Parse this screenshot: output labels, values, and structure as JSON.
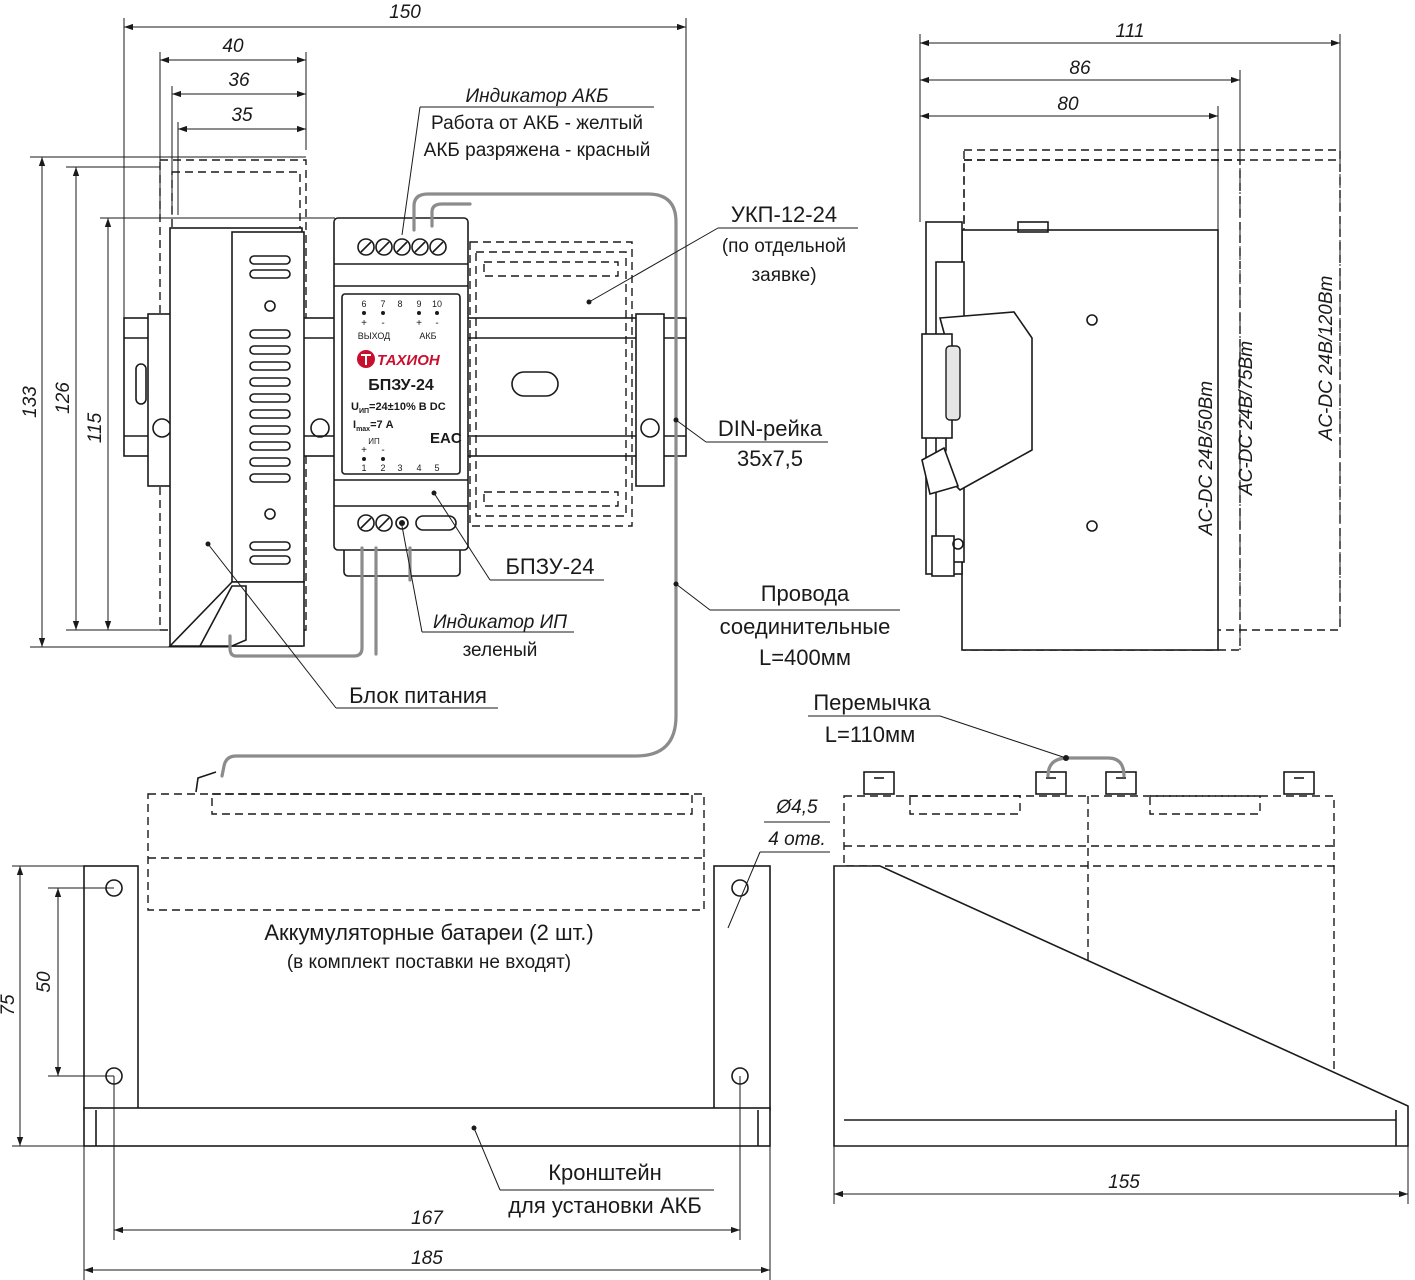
{
  "dimensions": {
    "top_width": "150",
    "top_40": "40",
    "top_36": "36",
    "top_35": "35",
    "height_133": "133",
    "height_126": "126",
    "height_115": "115",
    "side_111": "111",
    "side_86": "86",
    "side_80": "80",
    "bracket_75": "75",
    "bracket_50": "50",
    "bracket_167": "167",
    "bracket_185": "185",
    "side_155": "155",
    "hole_diameter": "Ø4,5",
    "hole_count": "4 отв."
  },
  "labels": {
    "akb_indicator_title": "Индикатор АКБ",
    "akb_indicator_line1": "Работа от АКБ - желтый",
    "akb_indicator_line2": "АКБ разряжена - красный",
    "ukp_name": "УКП-12-24",
    "ukp_note_1": "(по отдельной",
    "ukp_note_2": "заявке)",
    "din_rail_1": "DIN-рейка",
    "din_rail_2": "35х7,5",
    "bpzu_name": "БПЗУ-24",
    "wires_1": "Провода",
    "wires_2": "соединительные",
    "wires_3": "L=400мм",
    "ip_indicator_title": "Индикатор ИП",
    "ip_indicator_color": "зеленый",
    "psu_label": "Блок питания",
    "jumper_1": "Перемычка",
    "jumper_2": "L=110мм",
    "batteries_1": "Аккумуляторные батареи (2 шт.)",
    "batteries_2": "(в комплект поставки не входят)",
    "bracket_1": "Кронштейн",
    "bracket_2": "для установки АКБ",
    "psu_50": "AC-DC 24В/50Вт",
    "psu_75": "AC-DC 24В/75Вт",
    "psu_120": "AC-DC 24В/120Вт"
  },
  "device_panel": {
    "terminals_top": [
      "6",
      "7",
      "8",
      "9",
      "10"
    ],
    "output_label": "ВЫХОД",
    "akb_label": "АКБ",
    "brand": "ТАХИОН",
    "model": "БПЗУ-24",
    "u_label": "U",
    "u_sub": "ИП",
    "u_value": "=24±10% В DC",
    "i_label": "I",
    "i_sub": "max",
    "i_value": "=7 А",
    "ip_label": "ИП",
    "terminals_bottom": [
      "1",
      "2",
      "3",
      "4",
      "5"
    ],
    "eac_mark": "EAC",
    "brand_color": "#c8102e"
  }
}
